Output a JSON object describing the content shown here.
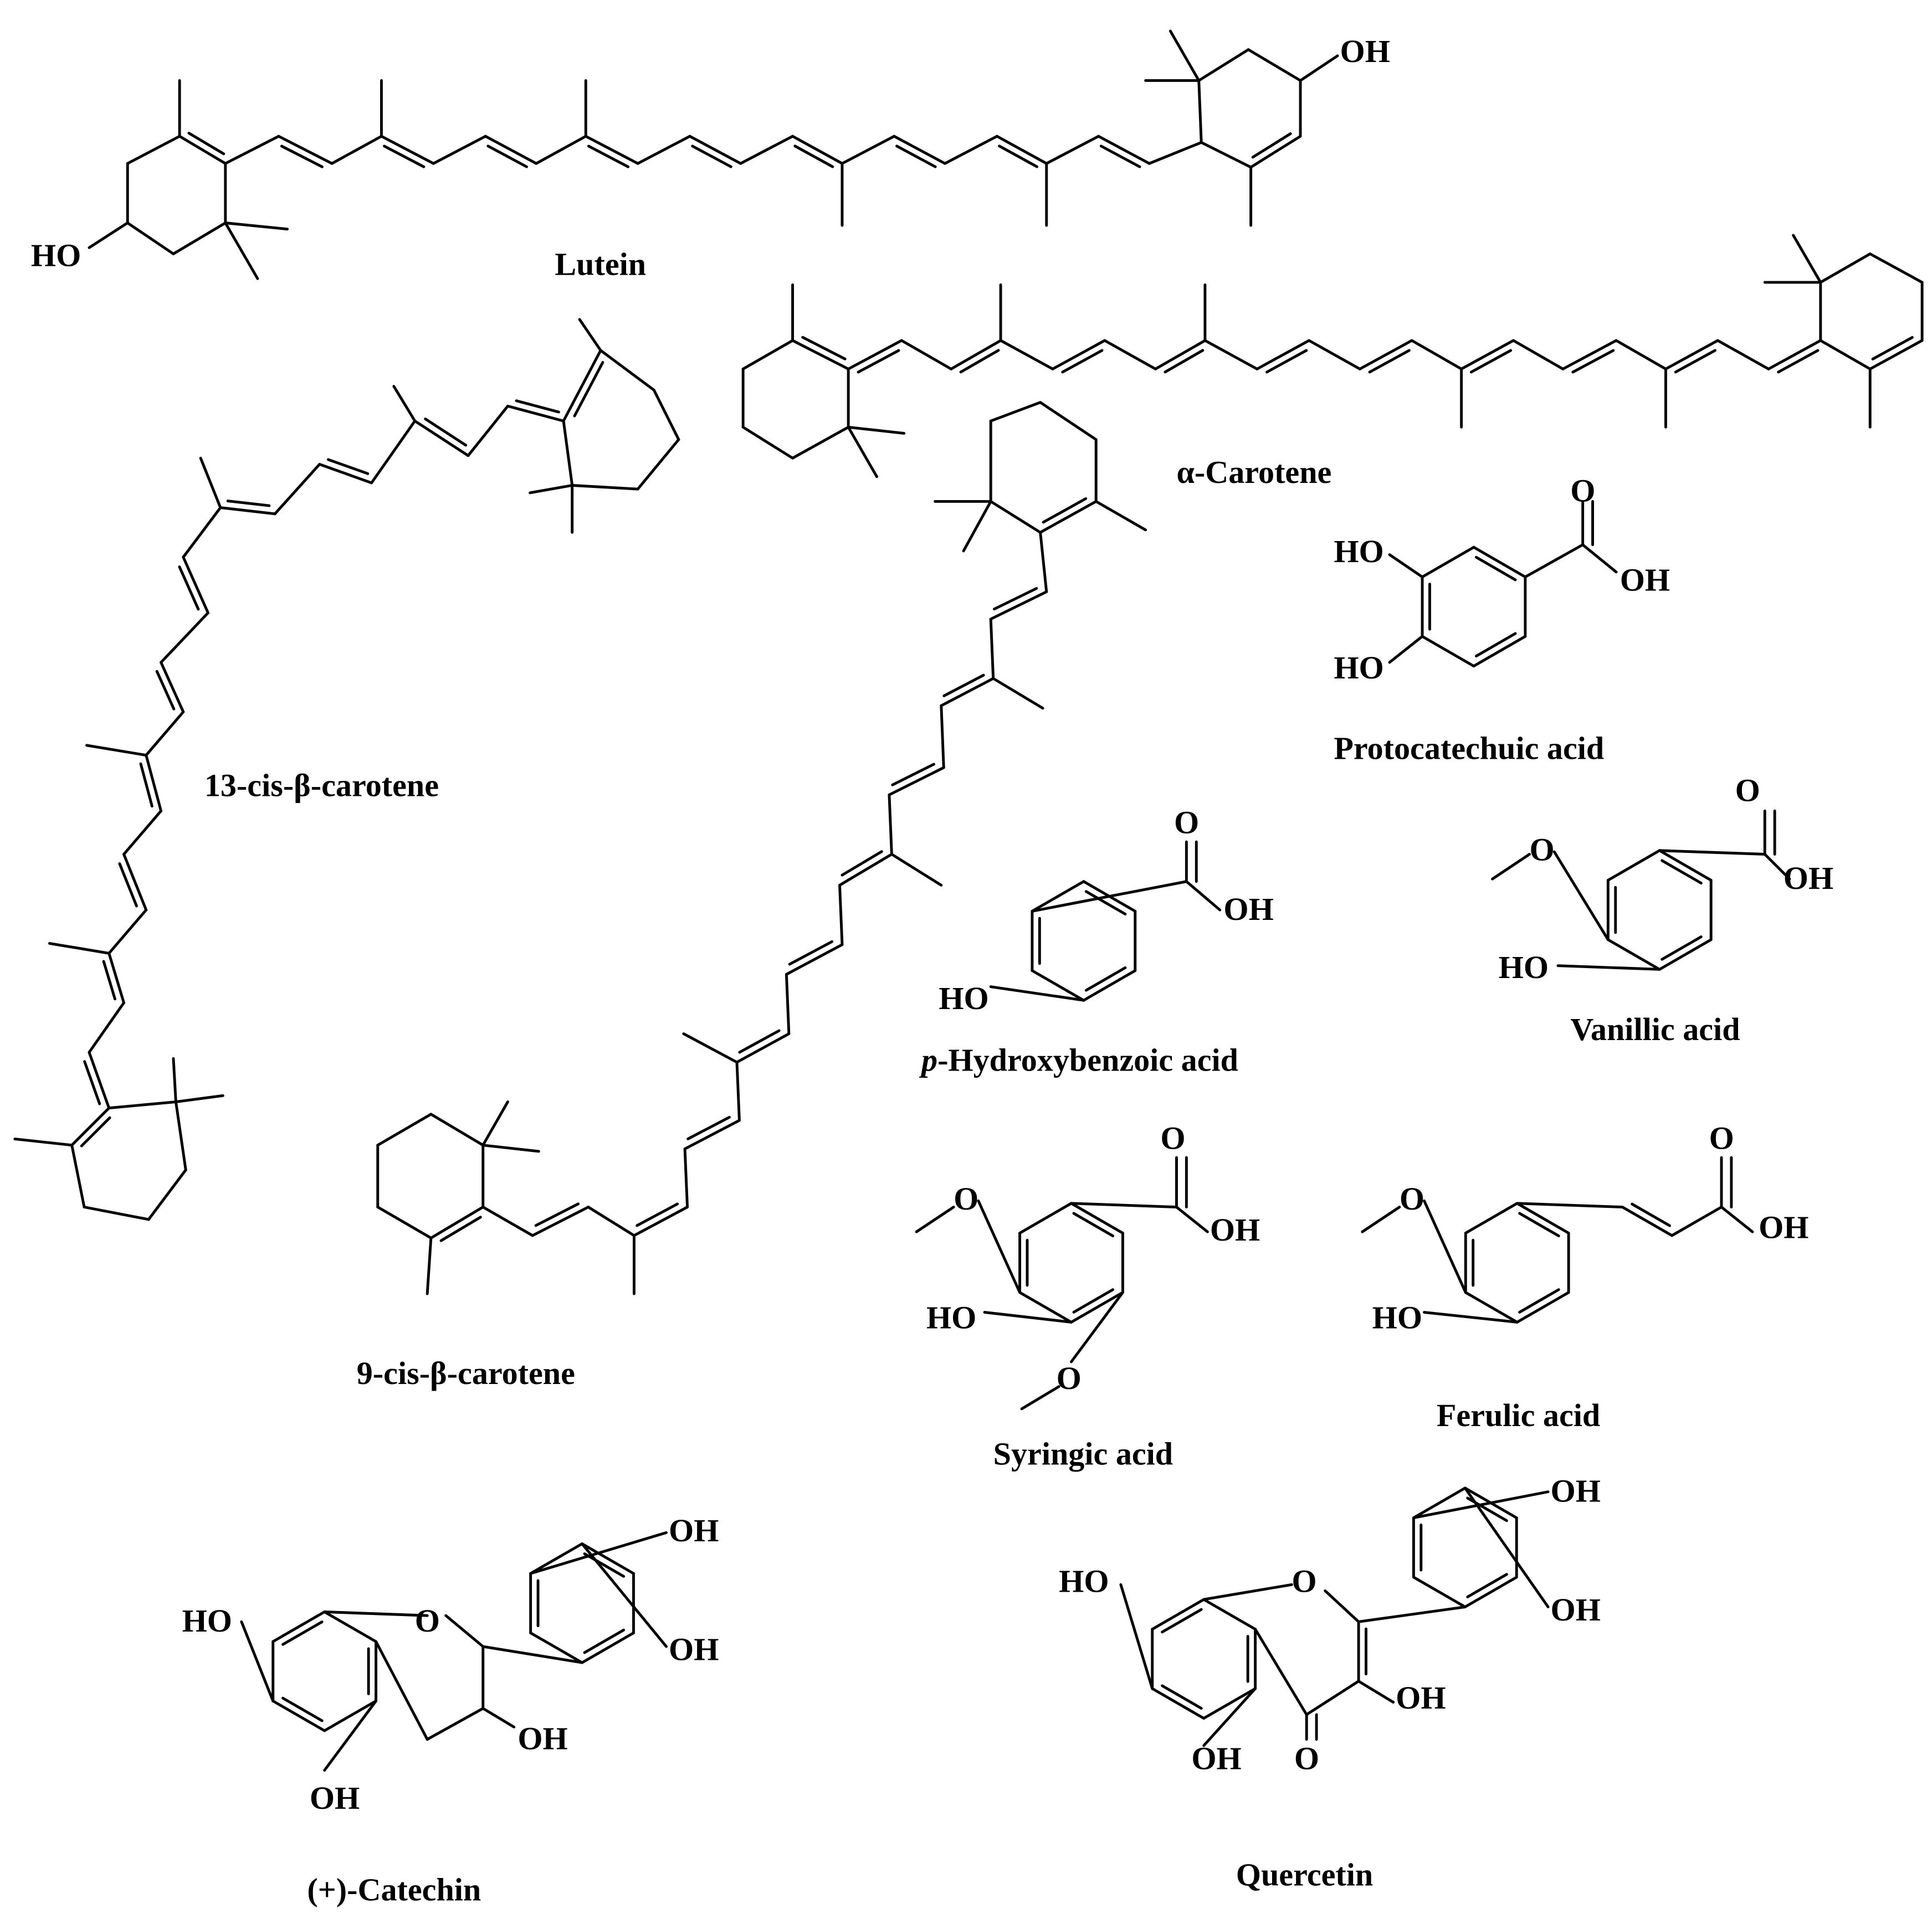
{
  "compounds": [
    {
      "name": "Lutein",
      "atoms": [
        "OH",
        "HO"
      ]
    },
    {
      "name": "α-Carotene",
      "atoms": []
    },
    {
      "name": "13-cis-β-carotene",
      "atoms": []
    },
    {
      "name": "9-cis-β-carotene",
      "atoms": []
    },
    {
      "name": "Protocatechuic acid",
      "atoms": [
        "O",
        "HO",
        "OH",
        "HO"
      ]
    },
    {
      "name_prefix": "p",
      "name": "-Hydroxybenzoic acid",
      "atoms": [
        "O",
        "OH",
        "HO"
      ]
    },
    {
      "name": "Vanillic acid",
      "atoms": [
        "O",
        "O",
        "OH",
        "HO"
      ]
    },
    {
      "name": "Syringic acid",
      "atoms": [
        "O",
        "O",
        "OH",
        "HO",
        "O"
      ]
    },
    {
      "name": "Ferulic acid",
      "atoms": [
        "O",
        "O",
        "OH",
        "HO"
      ]
    },
    {
      "name": "(+)-Catechin",
      "atoms": [
        "OH",
        "HO",
        "O",
        "OH",
        "OH",
        "OH"
      ]
    },
    {
      "name": "Quercetin",
      "atoms": [
        "OH",
        "HO",
        "O",
        "OH",
        "OH",
        "OH",
        "O"
      ]
    }
  ]
}
